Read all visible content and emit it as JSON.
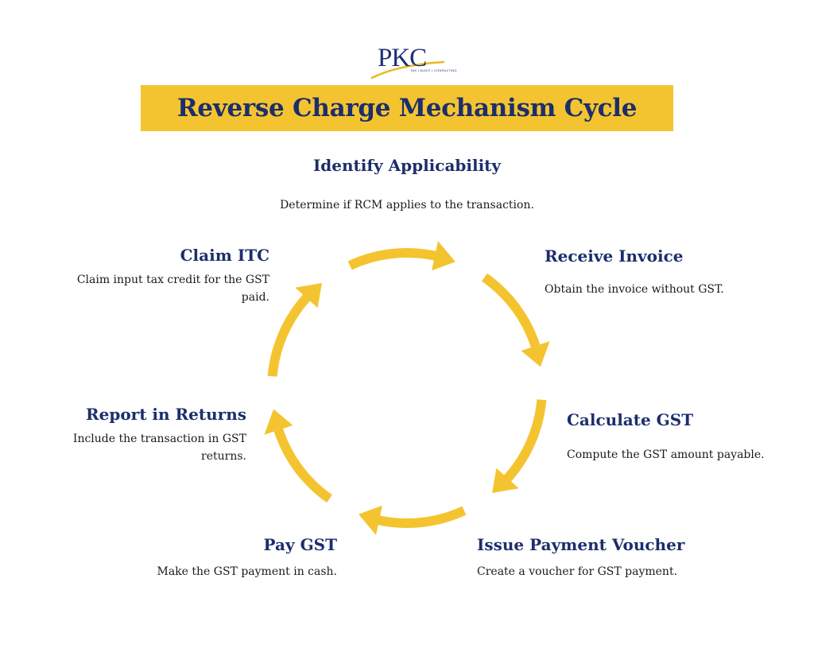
{
  "logo": {
    "text": "PKC",
    "tagline": "TAX | AUDIT | CONSULTING"
  },
  "title": "Reverse Charge Mechanism Cycle",
  "steps": {
    "identify": {
      "title": "Identify Applicability",
      "desc": "Determine if RCM applies to the transaction."
    },
    "receive": {
      "title": "Receive Invoice",
      "desc": "Obtain the invoice without GST."
    },
    "calculate": {
      "title": "Calculate GST",
      "desc": "Compute the GST amount payable."
    },
    "voucher": {
      "title": "Issue Payment Voucher",
      "desc": "Create a voucher for GST payment."
    },
    "pay": {
      "title": "Pay GST",
      "desc": "Make the GST payment in cash."
    },
    "report": {
      "title": "Report in Returns",
      "desc": "Include the transaction in GST returns."
    },
    "claim": {
      "title": "Claim ITC",
      "desc": "Claim input tax credit for the GST paid."
    }
  },
  "colors": {
    "accent": "#f4c430",
    "heading": "#1c2e6b",
    "text": "#1a1a1a"
  }
}
